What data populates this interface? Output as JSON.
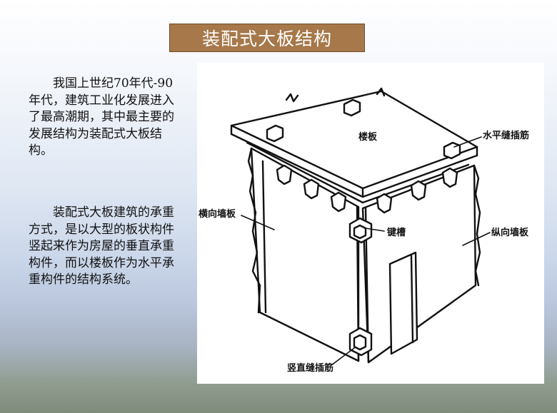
{
  "slide": {
    "title": "装配式大板结构",
    "paragraphs": [
      "我国上世纪70年代-90年代，建筑工业化发展进入了最高潮期，其中最主要的发展结构为装配式大板结构。",
      "装配式大板建筑的承重方式，是以大型的板状构件竖起来作为房屋的垂直承重构件，而以楼板作为水平承重构件的结构系统。"
    ]
  },
  "figure": {
    "labels": {
      "floor_slab": "楼板",
      "horizontal_joint_rebar": "水平缝插筋",
      "transverse_wall": "横向墙板",
      "key_groove": "键槽",
      "longitudinal_wall": "纵向墙板",
      "vertical_joint_rebar": "竖直缝插筋"
    }
  }
}
